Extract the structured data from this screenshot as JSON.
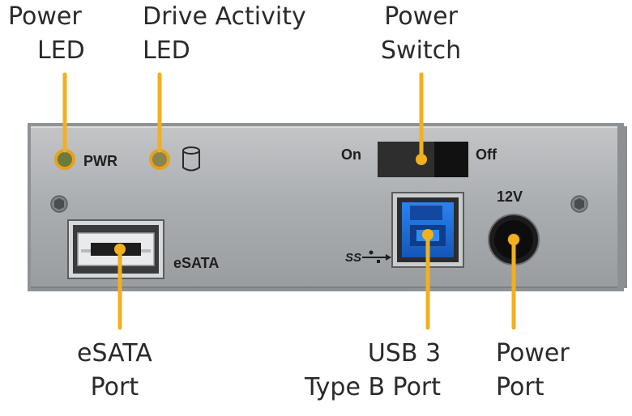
{
  "callouts": {
    "power_led": [
      "Power",
      "LED"
    ],
    "drive_activity_led": [
      "Drive Activity",
      "LED"
    ],
    "power_switch": [
      "Power",
      "Switch"
    ],
    "esata_port": [
      "eSATA",
      "Port"
    ],
    "usb3_port": [
      "USB 3",
      "Type B Port"
    ],
    "power_port": [
      "Power",
      "Port"
    ]
  },
  "panel_labels": {
    "pwr": "PWR",
    "on": "On",
    "off": "Off",
    "esata": "eSATA",
    "voltage": "12V",
    "usb_logo": "SS"
  },
  "icons": [
    "drive-icon",
    "usb-superspeed-icon",
    "screw-icon"
  ],
  "colors": {
    "leader": "#f2b01e",
    "led_ring": "#e8a11a",
    "panel": "#a9acaf",
    "usb_blue": "#1f6fd6",
    "text": "#2a2a2a"
  }
}
